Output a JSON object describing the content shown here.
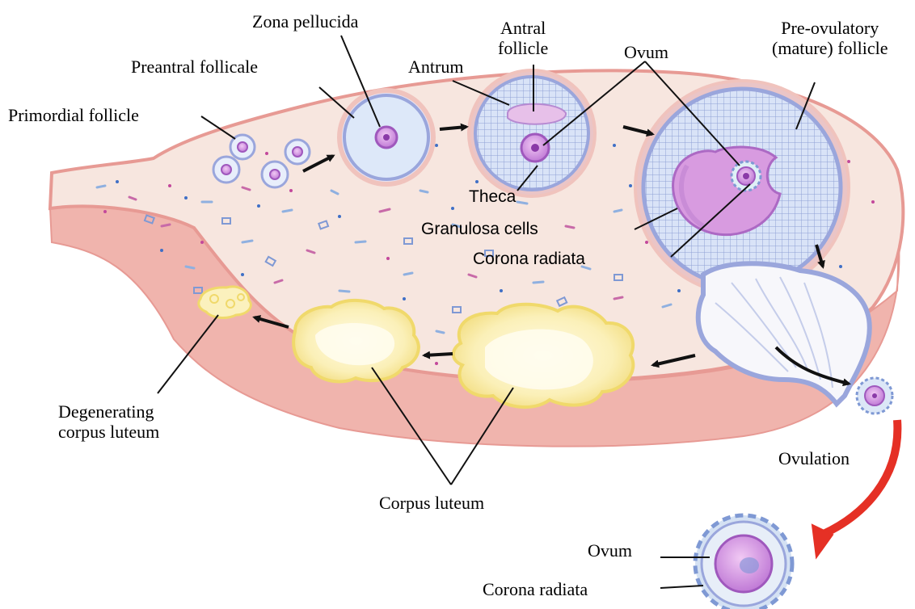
{
  "labels": {
    "zona_pellucida": "Zona pellucida",
    "antral_follicle": "Antral\nfollicle",
    "ovum_top": "Ovum",
    "pre_ovulatory": "Pre-ovulatory\n(mature) follicle",
    "preantral": "Preantral follicale",
    "antrum": "Antrum",
    "primordial": "Primordial follicle",
    "theca": "Theca",
    "granulosa": "Granulosa cells",
    "corona_mid": "Corona radiata",
    "degenerating": "Degenerating\ncorpus luteum",
    "ovulation": "Ovulation",
    "corpus_luteum": "Corpus luteum",
    "ovum_bottom": "Ovum",
    "corona_bottom": "Corona radiata"
  },
  "colors": {
    "ovary_fill": "#f7e6df",
    "ovary_edge": "#e79a94",
    "ovary_side": "#f0b4ad",
    "follicle_ring": "#9aa6dc",
    "oocyte": "#c77ad8",
    "corpus_luteum": "#f7ec9c",
    "arrow_red": "#e53025"
  }
}
